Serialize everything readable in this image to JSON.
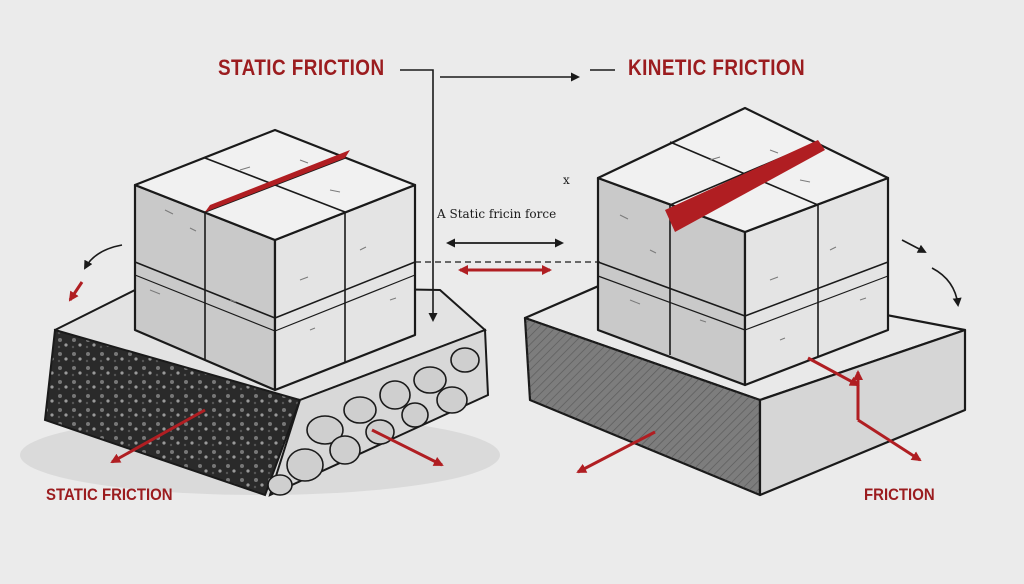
{
  "labels": {
    "static_title": "STATIC FRICTION",
    "kinetic_title": "KINETIC FRICTION",
    "center_note": "A Static fricin force",
    "x_mark": "x",
    "bottom_left": "STATIC FRICTION",
    "bottom_right": "FRICTION"
  },
  "colors": {
    "background": "#ebebeb",
    "accent_red": "#b01e22",
    "ink": "#1a1a1a"
  }
}
